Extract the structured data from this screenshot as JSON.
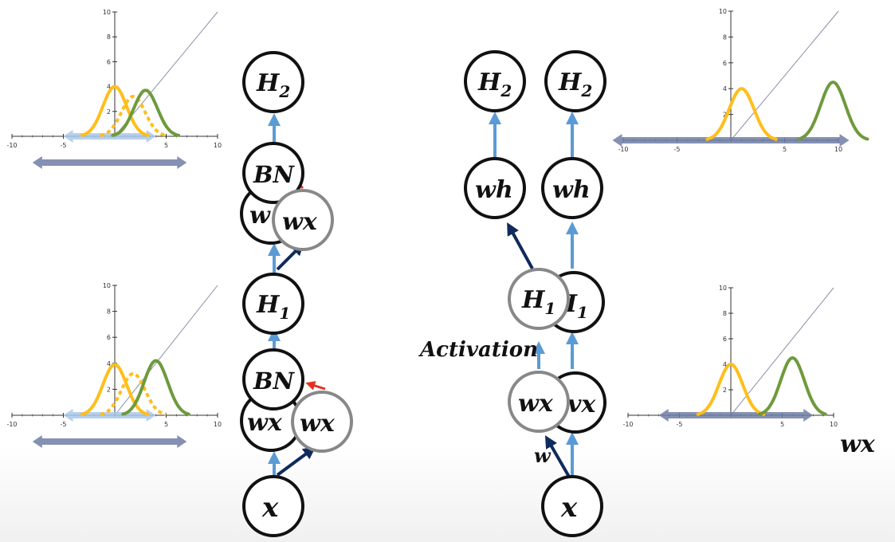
{
  "colors": {
    "yellow": "#FFBE1A",
    "green": "#6E9A3C",
    "light_blue_arrow": "#5B9BD5",
    "dark_arrow": "#0F2A5C",
    "red_arrow": "#E53020",
    "node_black": "#111111",
    "node_gray": "#888888",
    "range_dark": "#6E7EA6",
    "range_light": "#A9C8EA",
    "axis": "#333333",
    "diag": "#8A8FA8"
  },
  "labels": {
    "activation": "Activation",
    "w_edge": "w",
    "wx_corner": "wx"
  },
  "nodes": {
    "left_h2": "H",
    "left_h2_sub": "2",
    "left_bn_top": "BN",
    "left_w_partial": "w",
    "left_wx_top_gray": "wx",
    "left_h1": "H",
    "left_h1_sub": "1",
    "left_bn_bottom": "BN",
    "left_wx_bottom": "wx",
    "left_wx_bottom_gray": "wx",
    "left_x": "x",
    "mid_h2": "H",
    "mid_h2_sub": "2",
    "mid_wh": "wh",
    "mid_h1_gray": "H",
    "mid_h1_gray_sub": "1",
    "mid_wx_gray": "wx",
    "right_h2": "H",
    "right_h2_sub": "2",
    "right_wh": "wh",
    "right_i1": "I",
    "right_i1_sub": "1",
    "right_wx_partial": "vx",
    "right_x": "x"
  },
  "chart_data": [
    {
      "type": "line",
      "xlim": [
        -10,
        10
      ],
      "ylim": [
        0,
        10
      ],
      "x_ticks": [
        "-10",
        "-5",
        "5",
        "10"
      ],
      "y_ticks": [
        "2",
        "4",
        "6",
        "8",
        "10"
      ],
      "series": [
        {
          "color": "yellow",
          "mean": 0,
          "peak": 4
        },
        {
          "color": "yellow",
          "style": "dotted",
          "mean": 1.8,
          "peak": 3.2
        },
        {
          "color": "green",
          "mean": 3,
          "peak": 3.7
        }
      ],
      "ranges": [
        {
          "color": "range_light",
          "from": -5,
          "to": 4
        },
        {
          "color": "range_dark",
          "from": -8,
          "to": 7
        }
      ]
    },
    {
      "type": "line",
      "xlim": [
        -10,
        10
      ],
      "ylim": [
        0,
        10
      ],
      "x_ticks": [
        "-10",
        "-5",
        "5",
        "10"
      ],
      "y_ticks": [
        "2",
        "4",
        "6",
        "8",
        "10"
      ],
      "series": [
        {
          "color": "yellow",
          "mean": 0,
          "peak": 3.9
        },
        {
          "color": "yellow",
          "style": "dotted",
          "mean": 1.8,
          "peak": 3.2
        },
        {
          "color": "green",
          "mean": 4,
          "peak": 4.2
        }
      ],
      "ranges": [
        {
          "color": "range_light",
          "from": -5,
          "to": 4
        },
        {
          "color": "range_dark",
          "from": -8,
          "to": 7
        }
      ]
    },
    {
      "type": "line",
      "xlim": [
        -10,
        10
      ],
      "ylim": [
        0,
        10
      ],
      "x_ticks": [
        "-10",
        "-5",
        "5",
        "10"
      ],
      "y_ticks": [
        "2",
        "4",
        "6",
        "8",
        "10"
      ],
      "series": [
        {
          "color": "yellow",
          "mean": 1,
          "peak": 4
        },
        {
          "color": "green",
          "mean": 9.5,
          "peak": 4.5
        }
      ],
      "ranges": [
        {
          "color": "range_dark",
          "from": -11,
          "to": 11
        }
      ]
    },
    {
      "type": "line",
      "xlim": [
        -10,
        10
      ],
      "ylim": [
        0,
        10
      ],
      "x_ticks": [
        "-10",
        "-5",
        "5",
        "10"
      ],
      "y_ticks": [
        "2",
        "4",
        "6",
        "8",
        "10"
      ],
      "series": [
        {
          "color": "yellow",
          "mean": 0,
          "peak": 4
        },
        {
          "color": "green",
          "mean": 6,
          "peak": 4.5
        }
      ],
      "ranges": [
        {
          "color": "range_dark",
          "from": -7,
          "to": 8
        }
      ]
    }
  ]
}
